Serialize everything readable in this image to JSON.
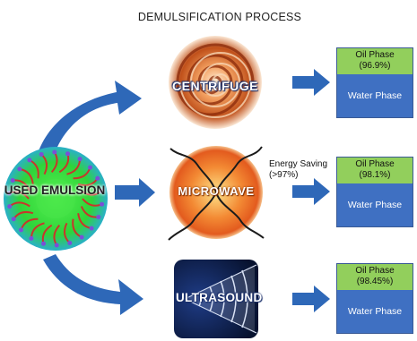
{
  "title": "DEMULSIFICATION PROCESS",
  "source": {
    "label": "USED EMULSION"
  },
  "methods": [
    {
      "label": "CENTRIFUGE",
      "oil_label": "Oil Phase",
      "oil_value": "(96.9%)",
      "water_label": "Water Phase"
    },
    {
      "label": "MICROWAVE",
      "oil_label": "Oil Phase",
      "oil_value": "(98.1%)",
      "water_label": "Water Phase"
    },
    {
      "label": "ULTRASOUND",
      "oil_label": "Oil Phase",
      "oil_value": "(98.45%)",
      "water_label": "Water Phase"
    }
  ],
  "energy_note": {
    "line1": "Energy Saving",
    "line2": "(>97%)"
  },
  "colors": {
    "arrow_blue": "#2e68b8",
    "oil_green": "#92cf5c",
    "water_blue": "#3f70c2",
    "emulsion_green": "#3ddc3d",
    "droplet_red": "#c8362b",
    "centrifuge_orange": "#c0501a",
    "microwave_orange": "#f07a2a",
    "ultrasound_navy": "#0e1f4e"
  },
  "icons": [
    "emulsion-droplet-icon",
    "centrifuge-swirl-icon",
    "microwave-waves-icon",
    "ultrasound-beam-icon"
  ]
}
